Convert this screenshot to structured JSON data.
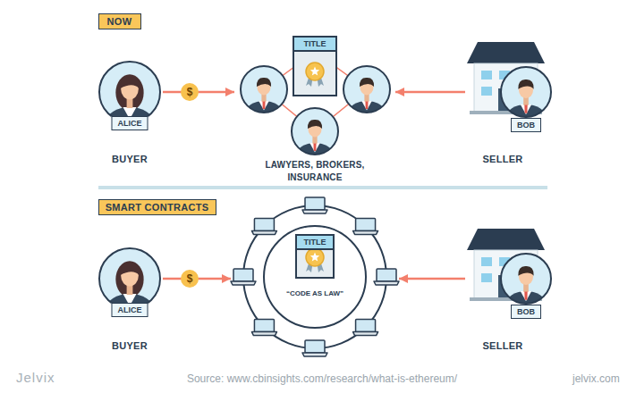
{
  "diagram": {
    "nodes": [
      {
        "text": [
          "NOW"
        ]
      },
      {
        "text": [
          "ALICE",
          "BUYER"
        ]
      },
      {
        "text": [
          "LAWYERS, BROKERS, INSURANCE"
        ]
      },
      {
        "text": [
          "TITLE"
        ],
        "in": 2
      },
      {
        "text": [
          "BOB",
          "SELLER"
        ]
      },
      {
        "text": [
          "SMART CONTRACTS"
        ]
      },
      {
        "text": [
          "ALICE",
          "BUYER"
        ]
      },
      {
        "text": [
          "“CODE AS LAW”"
        ]
      },
      {
        "text": [
          "TITLE"
        ],
        "in": 7
      },
      {
        "text": [
          "BOB",
          "SELLER"
        ]
      }
    ],
    "edges": [
      {
        "from": 1,
        "to": 2,
        "arrow": "to"
      },
      {
        "from": 4,
        "to": 2,
        "arrow": "to"
      },
      {
        "from": 6,
        "to": 7,
        "arrow": "to"
      },
      {
        "from": 9,
        "to": 7,
        "arrow": "to"
      }
    ],
    "labels": [
      "$",
      "$",
      "Jelvix",
      "Source: www.cbinsights.com/research/what-is-ethereum/",
      "jelvix.com"
    ]
  }
}
